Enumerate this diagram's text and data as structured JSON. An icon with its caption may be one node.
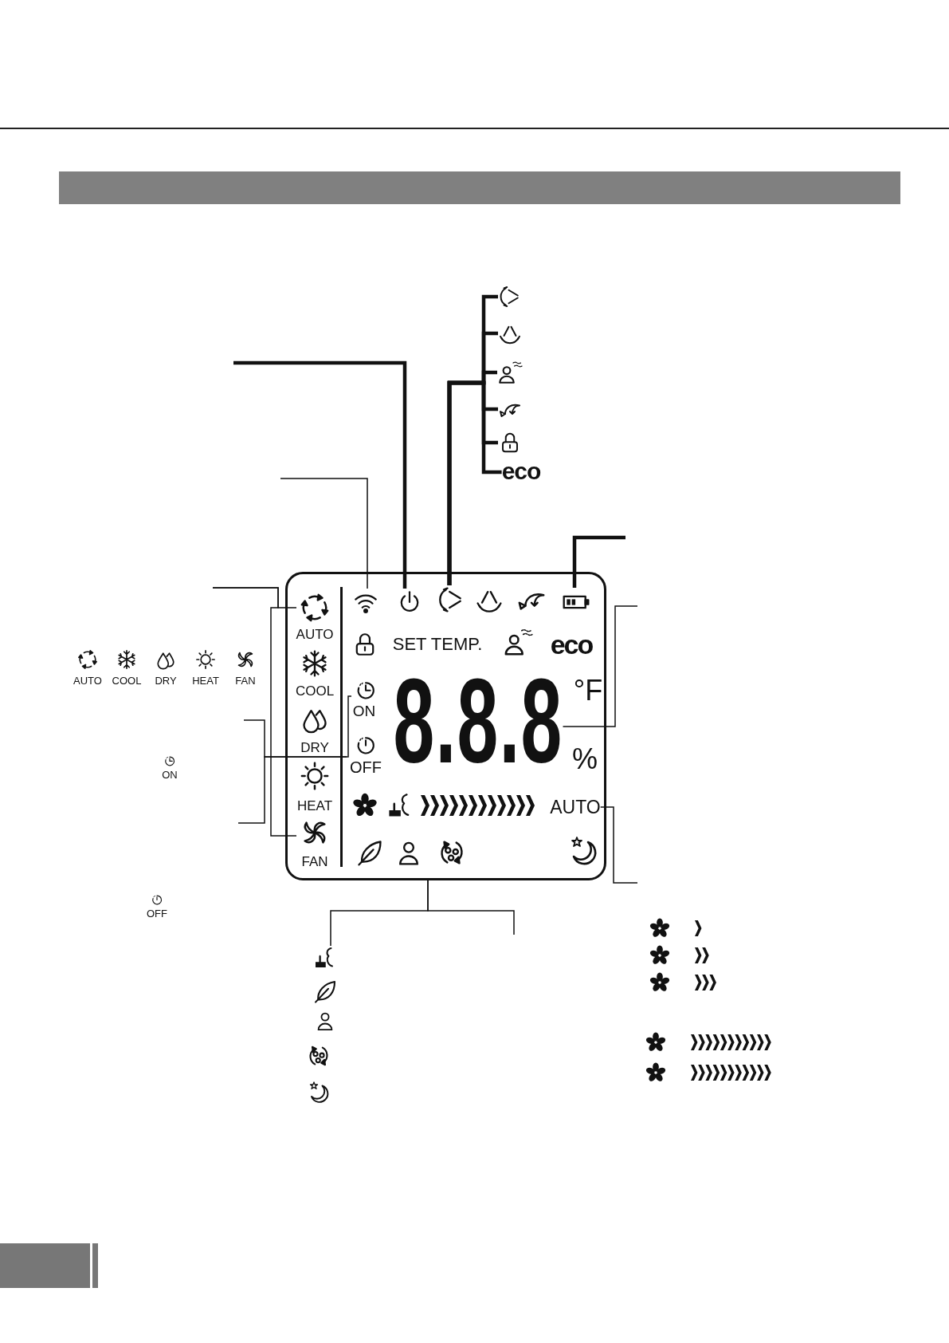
{
  "diagram": {
    "nodes": [
      {
        "text": [],
        "shape": "box"
      },
      {
        "text": [
          "AUTO"
        ],
        "in": 0
      },
      {
        "text": [
          "COOL"
        ],
        "in": 0
      },
      {
        "text": [
          "DRY"
        ],
        "in": 0
      },
      {
        "text": [
          "HEAT"
        ],
        "in": 0
      },
      {
        "text": [
          "FAN"
        ],
        "in": 0
      },
      {
        "text": [],
        "shape": "picture",
        "in": 0
      },
      {
        "text": [],
        "shape": "picture",
        "in": 0
      },
      {
        "text": [],
        "shape": "picture",
        "in": 0
      },
      {
        "text": [],
        "shape": "picture",
        "in": 0
      },
      {
        "text": [
          "ON"
        ],
        "in": 0
      },
      {
        "text": [
          "OFF"
        ],
        "in": 0
      },
      {
        "text": [
          "8.8.8"
        ],
        "in": 0
      },
      {
        "text": [
          "AUTO"
        ],
        "in": 0
      },
      {
        "text": [],
        "shape": "picture"
      },
      {
        "text": [],
        "shape": "picture"
      },
      {
        "text": [],
        "shape": "picture"
      },
      {
        "text": [],
        "shape": "picture"
      },
      {
        "text": [],
        "shape": "picture"
      },
      {
        "text": [
          "eco"
        ]
      },
      {
        "text": [],
        "shape": "picture"
      },
      {
        "text": [],
        "shape": "bar"
      },
      {
        "text": [],
        "shape": "bar"
      }
    ],
    "edges": [
      {
        "from": null,
        "to": 7,
        "arrow": "none",
        "style": "thick"
      },
      {
        "from": null,
        "to": 6,
        "arrow": "none"
      },
      {
        "from": 8,
        "to": 14,
        "arrow": "none",
        "style": "thick"
      },
      {
        "from": 8,
        "to": 15,
        "arrow": "none",
        "style": "thick"
      },
      {
        "from": 8,
        "to": 16,
        "arrow": "none",
        "style": "thick"
      },
      {
        "from": 8,
        "to": 17,
        "arrow": "none",
        "style": "thick"
      },
      {
        "from": 8,
        "to": 18,
        "arrow": "none",
        "style": "thick"
      },
      {
        "from": 8,
        "to": 19,
        "arrow": "none",
        "style": "thick"
      },
      {
        "from": null,
        "to": 9,
        "arrow": "none",
        "style": "thick"
      },
      {
        "from": null,
        "to": 1,
        "arrow": "none"
      },
      {
        "from": null,
        "to": 5,
        "arrow": "none"
      },
      {
        "from": null,
        "to": 10,
        "arrow": "none"
      },
      {
        "from": null,
        "to": 11,
        "arrow": "none"
      },
      {
        "from": null,
        "to": 12,
        "arrow": "none"
      },
      {
        "from": null,
        "to": 13,
        "arrow": "none"
      },
      {
        "from": 0,
        "to": 20,
        "arrow": "none"
      },
      {
        "from": 0,
        "to": null,
        "arrow": "none"
      }
    ],
    "labels": [
      "SET TEMP.",
      "eco",
      "AUTO",
      "COOL",
      "DRY",
      "HEAT",
      "FAN",
      "°F",
      "%",
      "ON",
      "OFF"
    ]
  }
}
